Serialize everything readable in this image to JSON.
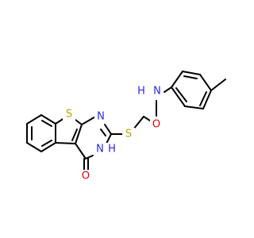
{
  "molecule": {
    "atoms": {
      "s_ring": {
        "label": "S",
        "color": "#b8a300"
      },
      "n_upper": {
        "label": "N",
        "color": "#2a2ae0"
      },
      "s_thio": {
        "label": "S",
        "color": "#b8a300"
      },
      "o_amide": {
        "label": "O",
        "color": "#e00000"
      },
      "nh_amide": {
        "label": "N",
        "color": "#2a2ae0"
      },
      "h_amide": {
        "label": "H",
        "color": "#2a2ae0"
      },
      "nh_ring": {
        "label": "N",
        "color": "#2a2ae0"
      },
      "h_ring": {
        "label": "H",
        "color": "#2a2ae0"
      },
      "o_ketone": {
        "label": "O",
        "color": "#e00000"
      }
    }
  }
}
